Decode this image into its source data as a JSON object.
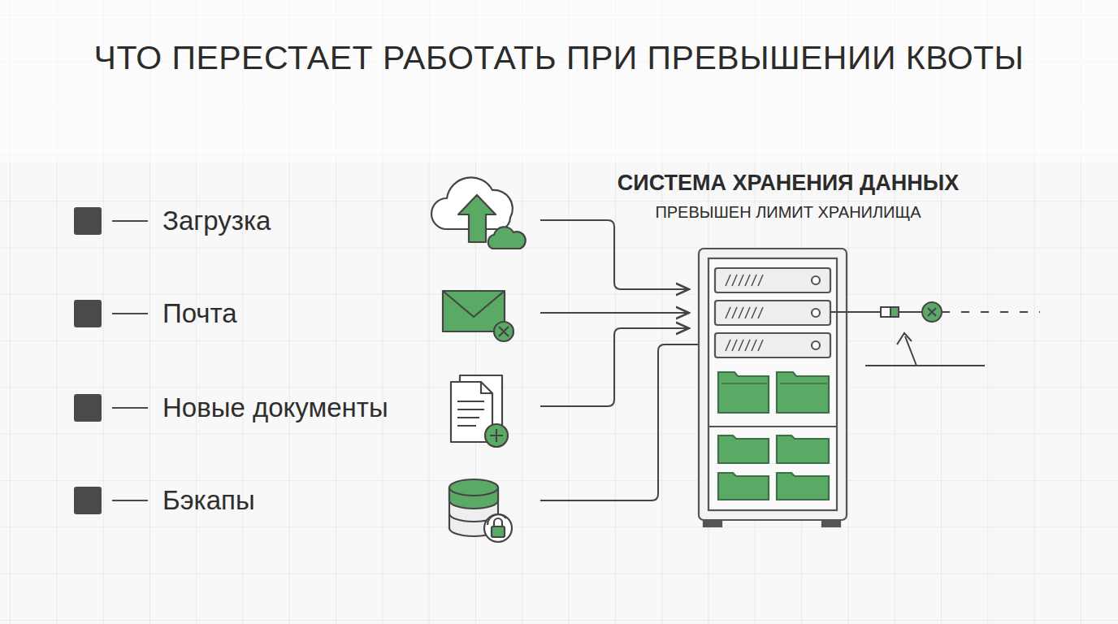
{
  "diagram": {
    "title": "ЧТО ПЕРЕСТАЕТ РАБОТАТЬ ПРИ ПРЕВЫШЕНИИ КВОТЫ",
    "nodes": [
      {
        "text": [
          "СИСТЕМА ХРАНЕНИЯ ДАННЫХ",
          "ПРЕВЫШЕН ЛИМИТ ХРАНИЛИЩА"
        ]
      }
    ],
    "labels": [
      "Загрузка",
      "Почта",
      "Новые документы",
      "Бэкапы"
    ]
  }
}
